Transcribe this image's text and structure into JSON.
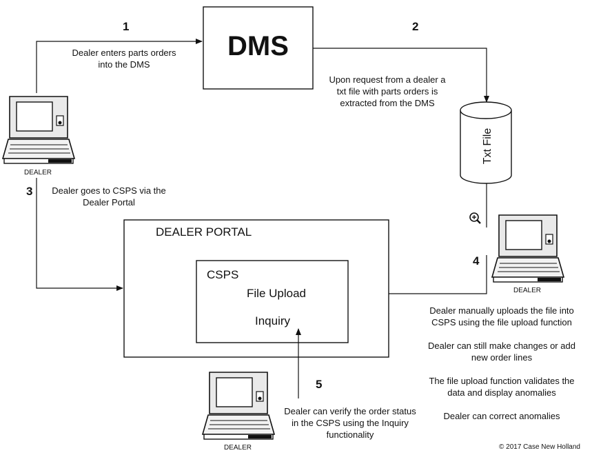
{
  "dms": {
    "title": "DMS"
  },
  "steps": {
    "s1": {
      "number": "1",
      "text": [
        "Dealer enters parts orders",
        "into the DMS"
      ]
    },
    "s2": {
      "number": "2",
      "text": [
        "Upon request from a dealer a",
        "txt file with parts orders is",
        "extracted from the DMS"
      ]
    },
    "s3": {
      "number": "3",
      "text": [
        "Dealer goes to CSPS via the",
        "Dealer Portal"
      ]
    },
    "s4": {
      "number": "4",
      "text": [
        "Dealer manually uploads the file into",
        "CSPS using the file upload function",
        "Dealer can still make changes or add",
        "new order lines",
        "The file upload function validates the",
        "data and display anomalies",
        "Dealer can correct anomalies"
      ]
    },
    "s5": {
      "number": "5",
      "text": [
        "Dealer can verify the order status",
        "in the CSPS using the Inquiry",
        "functionality"
      ]
    }
  },
  "txt_file": {
    "label": "Txt File"
  },
  "portal": {
    "title": "DEALER PORTAL"
  },
  "csps": {
    "title": "CSPS",
    "file_upload": "File Upload",
    "inquiry": "Inquiry"
  },
  "computers": {
    "label": "DEALER"
  },
  "copyright": "© 2017 Case New Holland",
  "icons": [
    "laptop-icon",
    "zoom-in-icon",
    "arrow-icon"
  ]
}
